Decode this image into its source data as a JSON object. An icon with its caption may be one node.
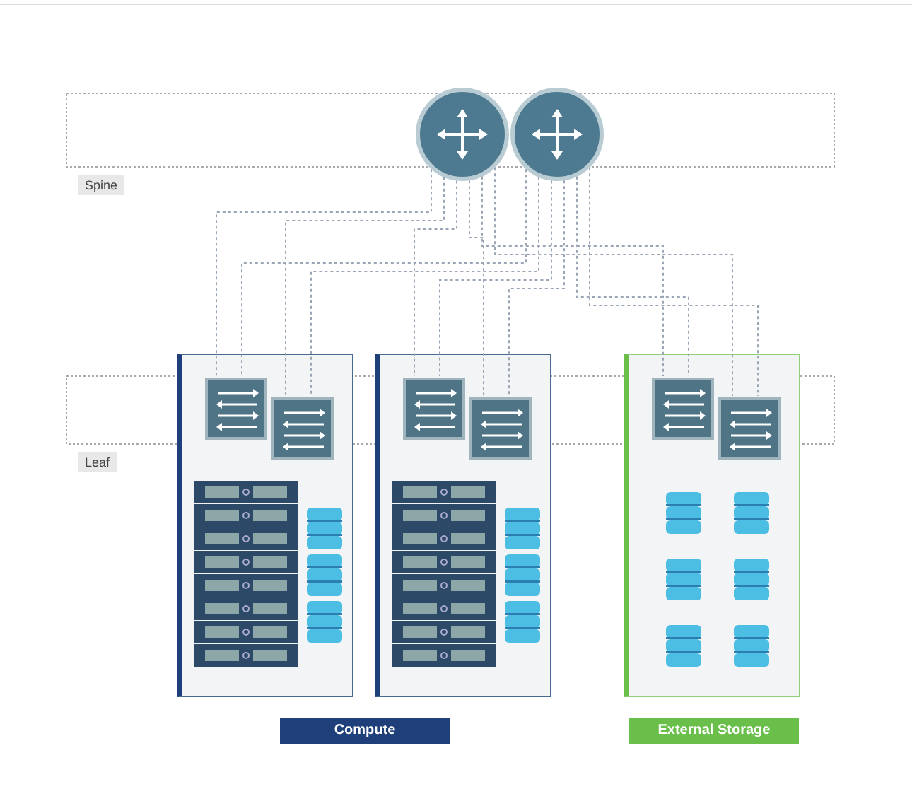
{
  "diagram": {
    "nodes": [
      {
        "text": [],
        "shape": "circle"
      },
      {
        "text": [],
        "shape": "circle"
      },
      {
        "text": [],
        "shape": "box"
      },
      {
        "text": [],
        "shape": "box",
        "in": 2
      },
      {
        "text": [],
        "shape": "box",
        "in": 2
      },
      {
        "text": [],
        "shape": "box"
      },
      {
        "text": [],
        "shape": "box",
        "in": 5
      },
      {
        "text": [],
        "shape": "box",
        "in": 5
      },
      {
        "text": [],
        "shape": "box"
      },
      {
        "text": [],
        "shape": "box",
        "in": 8
      },
      {
        "text": [],
        "shape": "box",
        "in": 8
      },
      {
        "text": [
          "Compute"
        ]
      },
      {
        "text": [
          "External Storage"
        ]
      }
    ],
    "edges": [
      {
        "from": 0,
        "to": 3,
        "arrow": "none",
        "style": "dashed"
      },
      {
        "from": 0,
        "to": 4,
        "arrow": "none",
        "style": "dashed"
      },
      {
        "from": 0,
        "to": 6,
        "arrow": "none",
        "style": "dashed"
      },
      {
        "from": 0,
        "to": 7,
        "arrow": "none",
        "style": "dashed"
      },
      {
        "from": 0,
        "to": 9,
        "arrow": "none",
        "style": "dashed"
      },
      {
        "from": 0,
        "to": 10,
        "arrow": "none",
        "style": "dashed"
      },
      {
        "from": 1,
        "to": 3,
        "arrow": "none",
        "style": "dashed"
      },
      {
        "from": 1,
        "to": 4,
        "arrow": "none",
        "style": "dashed"
      },
      {
        "from": 1,
        "to": 6,
        "arrow": "none",
        "style": "dashed"
      },
      {
        "from": 1,
        "to": 7,
        "arrow": "none",
        "style": "dashed"
      },
      {
        "from": 1,
        "to": 9,
        "arrow": "none",
        "style": "dashed"
      },
      {
        "from": 1,
        "to": 10,
        "arrow": "none",
        "style": "dashed"
      }
    ],
    "labels": [
      "Spine",
      "Leaf"
    ]
  }
}
